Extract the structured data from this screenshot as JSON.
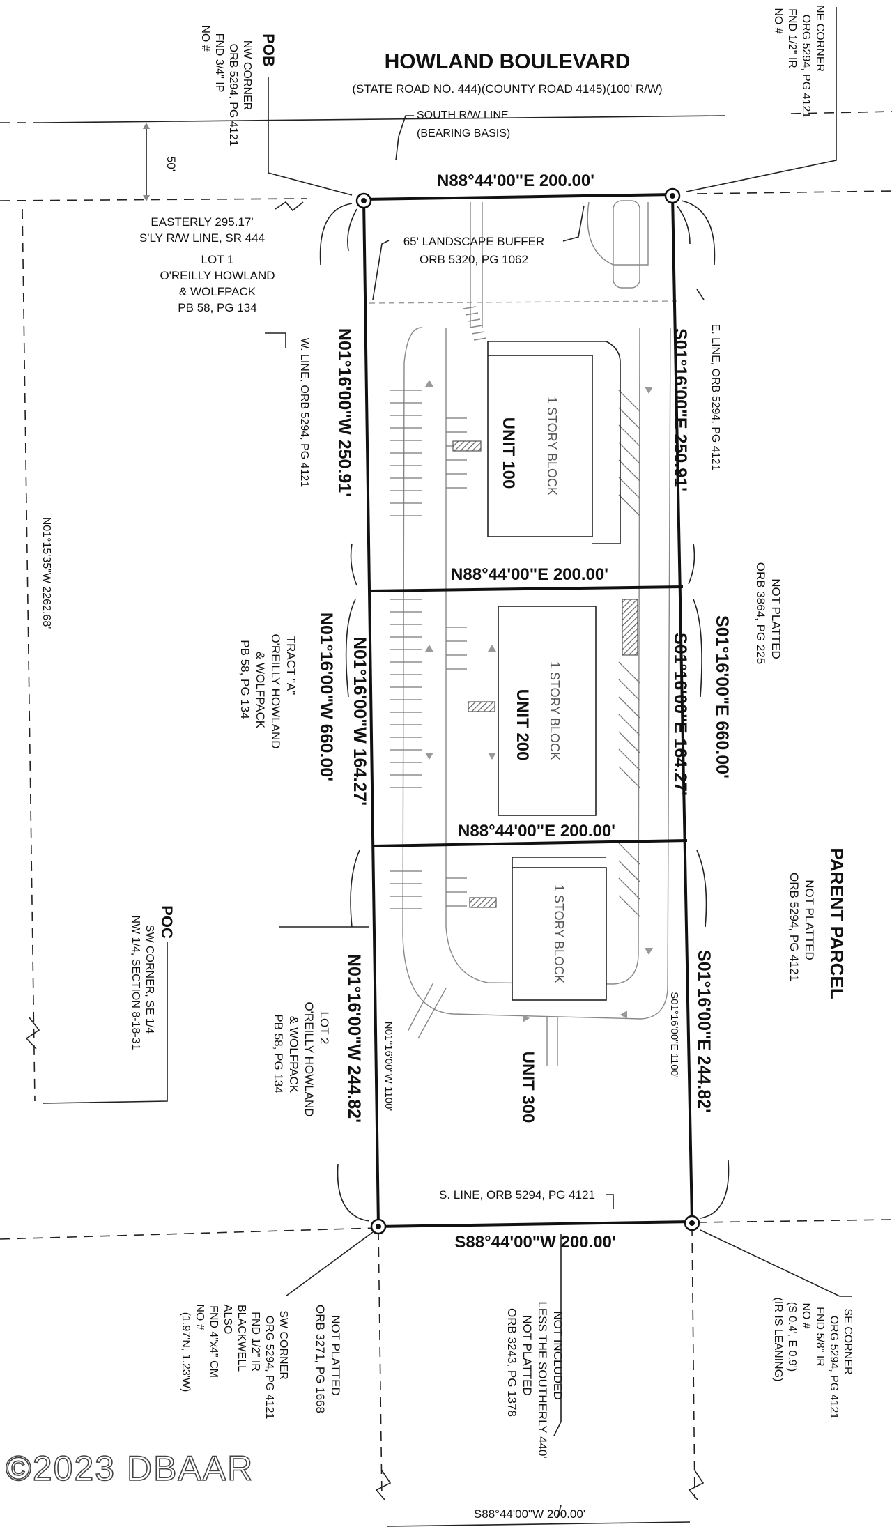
{
  "road": {
    "name": "HOWLAND BOULEVARD",
    "detail": "(STATE ROAD NO. 444)(COUNTY ROAD 4145)(100' R/W)",
    "south_rw_line": "SOUTH R/W LINE",
    "bearing_basis": "(BEARING BASIS)",
    "offset": "50'"
  },
  "pob": {
    "title": "POB",
    "lines": [
      "NW CORNER",
      "ORB 5294, PG 4121",
      "FND 3/4\" IP",
      "NO #"
    ]
  },
  "ne_corner": {
    "lines": [
      "NE CORNER",
      "ORG 5294, PG 4121",
      "FND 1/2\" IR",
      "NO #"
    ]
  },
  "sw_corner": {
    "lines": [
      "SW CORNER",
      "ORG 5294, PG 4121",
      "FND 1/2\" IR",
      "BLACKWELL",
      "ALSO",
      "FND 4\"x4\" CM",
      "NO #",
      "(1.97'N, 1.23'W)"
    ]
  },
  "se_corner": {
    "lines": [
      "SE CORNER",
      "ORG 5294, PG 4121",
      "FND 5/8\" IR",
      "NO #",
      "(S 0.4', E 0.9')",
      "(IR IS LEANING)"
    ]
  },
  "poc": {
    "title": "POC",
    "lines": [
      "SW CORNER, SE 1/4",
      "NW 1/4, SECTION 8-18-31"
    ]
  },
  "easterly": {
    "line1": "EASTERLY 295.17'",
    "line2": "S'LY R/W LINE, SR 444"
  },
  "lot1": {
    "lines": [
      "LOT 1",
      "O'REILLY HOWLAND",
      "& WOLFPACK",
      "PB 58, PG 134"
    ]
  },
  "landscape": {
    "line1": "65' LANDSCAPE BUFFER",
    "line2": "ORB 5320, PG 1062"
  },
  "w_line": "W. LINE, ORB 5294, PG 4121",
  "e_line": "E. LINE, ORB 5294, PG 4121",
  "s_line": "S. LINE, ORB 5294, PG 4121",
  "tract_a": {
    "lines": [
      "TRACT \"A\"",
      "O'REILLY HOWLAND",
      "& WOLFPACK",
      "PB 58, PG 134"
    ]
  },
  "lot2": {
    "lines": [
      "LOT 2",
      "O'REILLY HOWLAND",
      "& WOLFPACK",
      "PB 58, PG 134"
    ]
  },
  "not_platted_e": {
    "lines": [
      "NOT PLATTED",
      "ORB 3864, PG 225"
    ]
  },
  "parent_parcel": {
    "title": "PARENT PARCEL",
    "lines": [
      "NOT PLATTED",
      "ORB 5294, PG 4121"
    ]
  },
  "not_platted_s": {
    "lines": [
      "NOT PLATTED",
      "ORB 3271, PG 1668"
    ]
  },
  "not_included": {
    "lines": [
      "NOT INCLUDED",
      "LESS THE SOUTHERLY 440'",
      "NOT PLATTED",
      "ORB 3243, PG 1378"
    ]
  },
  "bearings": {
    "north": "N88°44'00\"E  200.00'",
    "mid1": "N88°44'00\"E  200.00'",
    "mid2": "N88°44'00\"E  200.00'",
    "south": "S88°44'00\"W  200.00'",
    "bottom": "S88°44'00\"W    200.00'",
    "west_u100": "N01°16'00\"W  250.91'",
    "west_u200": "N01°16'00\"W 164.27'",
    "west_total": "N01°16'00\"W  660.00'",
    "west_u300": "N01°16'00\"W  244.82'",
    "east_u100": "S01°16'00\"E  250.91'",
    "east_u200": "S01°16'00\"E  164.27'",
    "east_total": "S01°16'00\"E  660.00'",
    "east_u300": "S01°16'00\"E  244.82'",
    "west_1100": "N01°16'00\"W  1100'",
    "east_1100": "S01°16'00\"E  1100'",
    "long_line": "N01°15'35\"W   2262.68'"
  },
  "units": {
    "u100": "UNIT 100",
    "u200": "UNIT 200",
    "u300": "UNIT 300",
    "block": "1 STORY BLOCK"
  },
  "watermark": "©2023 DBAAR"
}
